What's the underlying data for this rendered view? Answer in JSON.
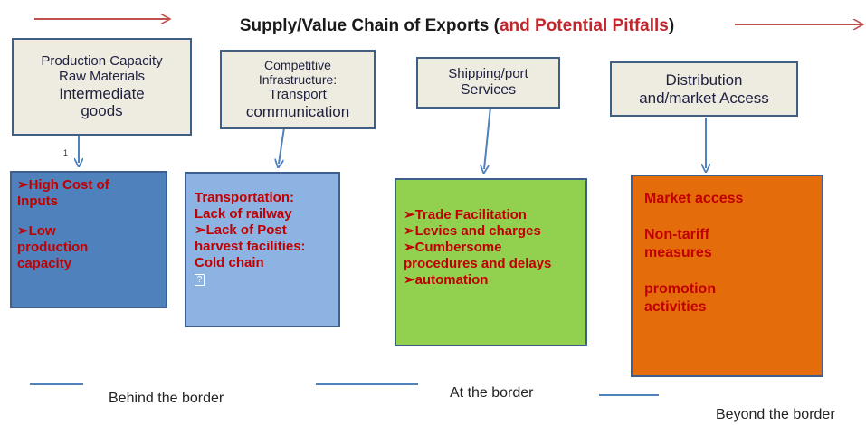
{
  "title": {
    "main": "Supply/Value Chain of Exports (",
    "highlight": "and Potential Pitfalls",
    "close": ")"
  },
  "stages": [
    {
      "header": [
        "Production Capacity",
        "Raw Materials",
        "Intermediate",
        "goods"
      ],
      "pitfalls": [
        "➢High Cost of",
        "Inputs",
        "",
        "➢Low",
        "production",
        "capacity"
      ]
    },
    {
      "header": [
        "Competitive",
        "Infrastructure:",
        "Transport",
        "communication"
      ],
      "pitfalls": [
        "Transportation:",
        "Lack of railway",
        "➢Lack of Post",
        "harvest facilities:",
        "Cold chain"
      ]
    },
    {
      "header": [
        "Shipping/port",
        "Services"
      ],
      "pitfalls": [
        "➢Trade Facilitation",
        "➢Levies and charges",
        "➢Cumbersome",
        "procedures and delays",
        "➢automation"
      ]
    },
    {
      "header": [
        "Distribution",
        "and/market Access"
      ],
      "pitfalls": [
        "Market access",
        "",
        "Non-tariff",
        "measures",
        "",
        "promotion",
        "activities"
      ]
    }
  ],
  "footnote_marker": "1",
  "placeholder_glyph": "?",
  "footer": {
    "behind": "Behind the border",
    "at": "At the border",
    "beyond": "Beyond the border"
  },
  "colors": {
    "box1": "#4f81bd",
    "box2": "#8db3e2",
    "box3": "#92d050",
    "box4": "#e46c0a",
    "header_bg": "#eeece1",
    "pitfall_text": "#c00000",
    "title_highlight": "#c0272d",
    "arrow": "#4f81bd",
    "title_arrow": "#c0504d"
  }
}
